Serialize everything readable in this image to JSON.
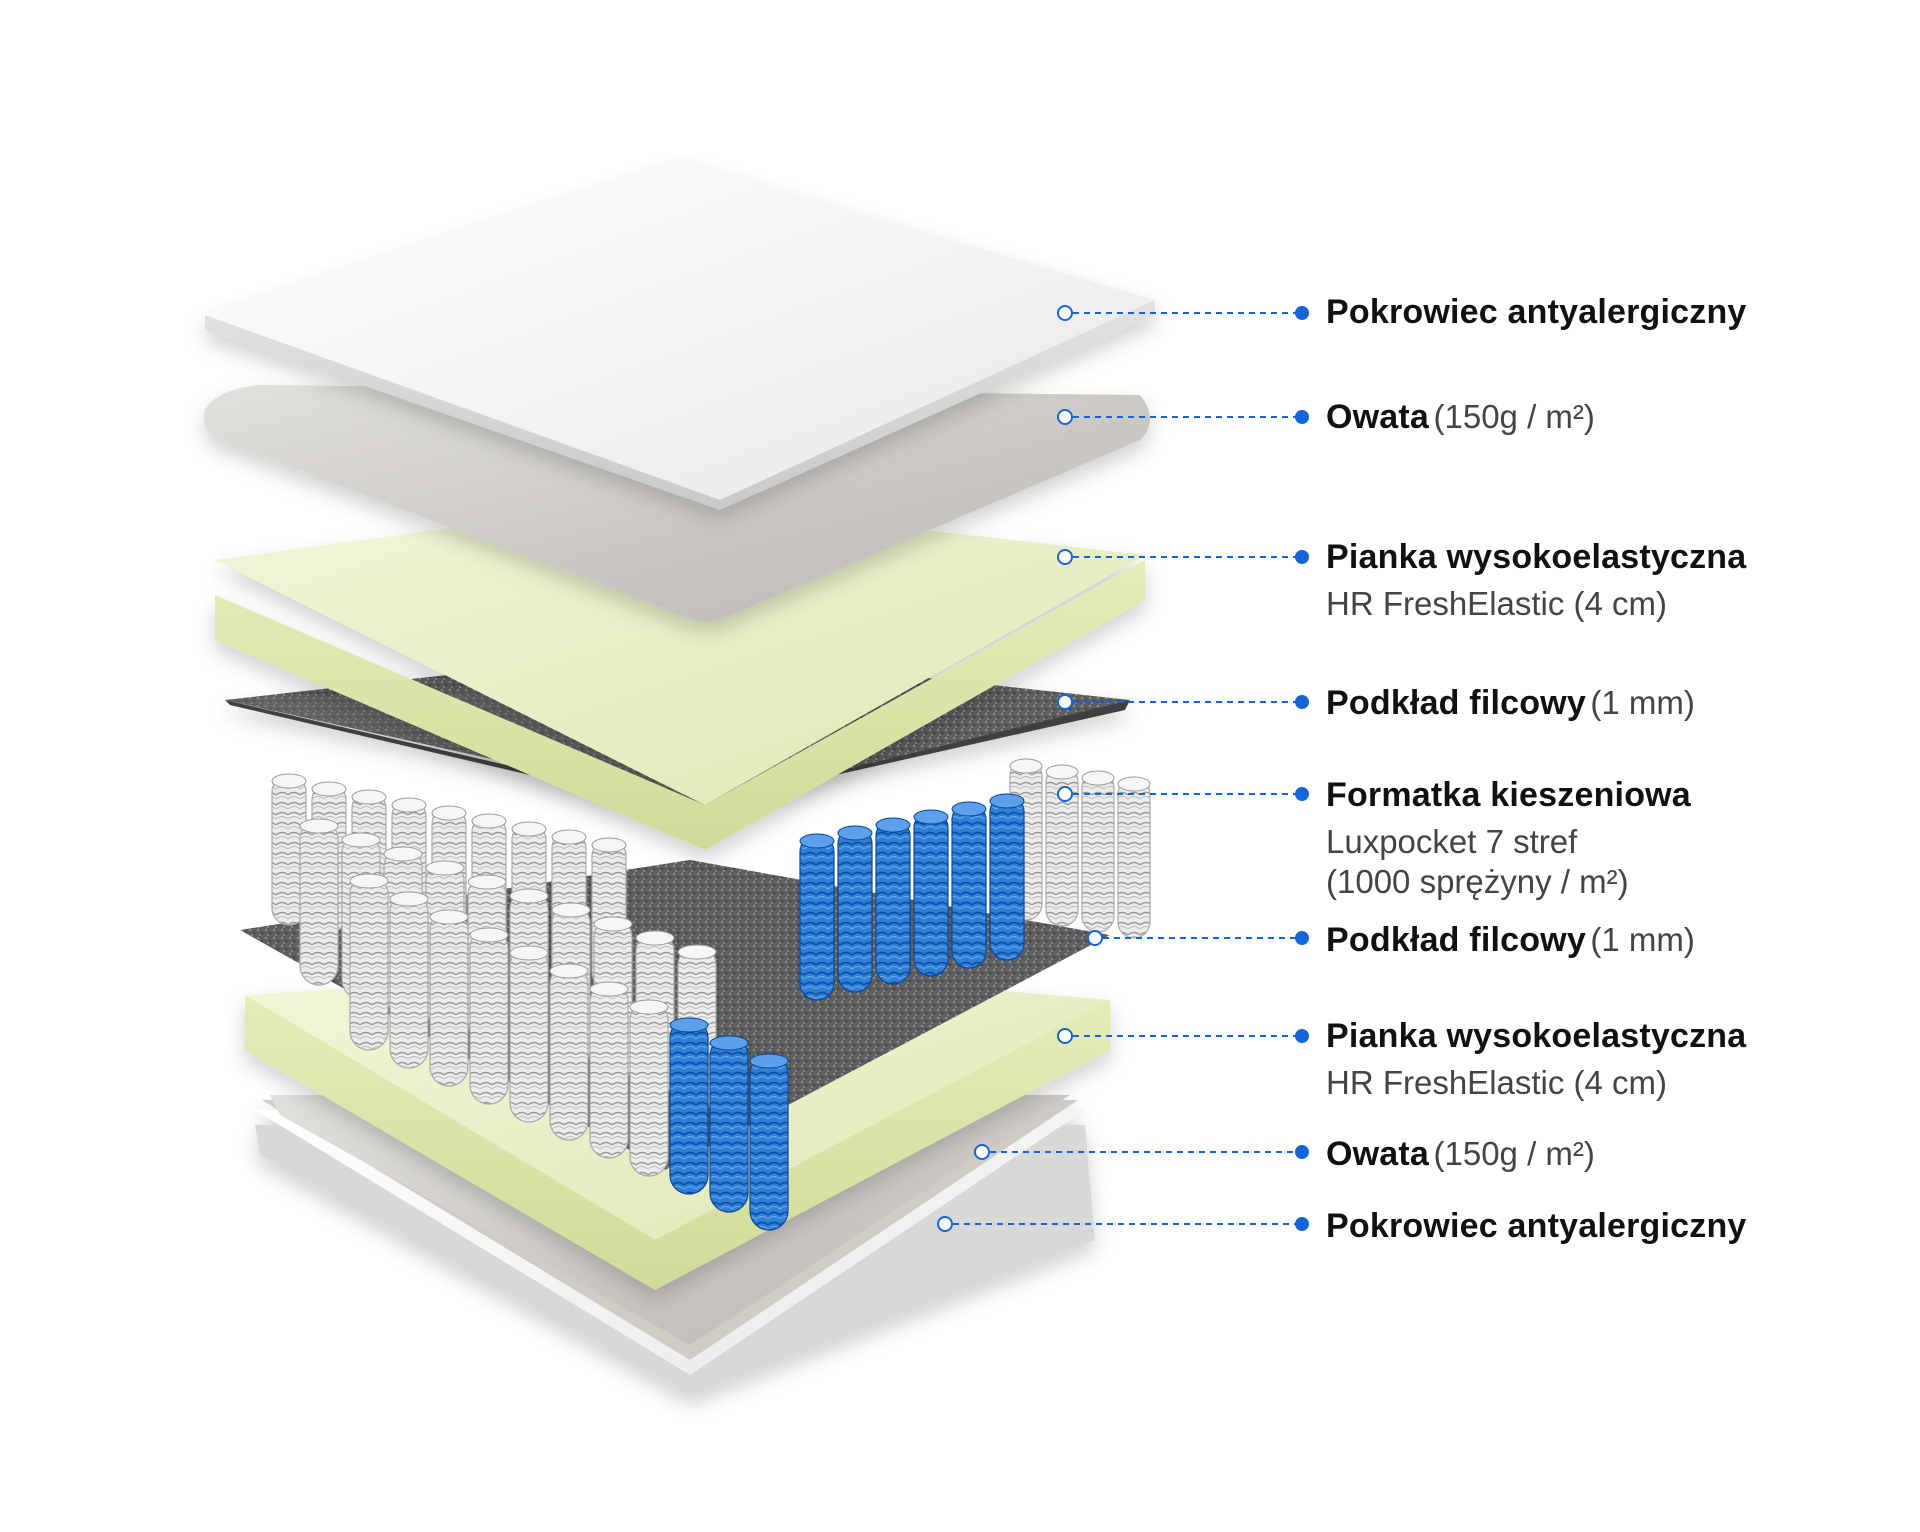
{
  "accent_color": "#1565d8",
  "layers": [
    {
      "name": "Pokrowiec antyalergiczny",
      "extra": "",
      "sub": []
    },
    {
      "name": "Owata",
      "extra": "(150g / m²)",
      "sub": []
    },
    {
      "name": "Pianka wysokoelastyczna",
      "extra": "",
      "sub": [
        "HR FreshElastic (4 cm)"
      ]
    },
    {
      "name": "Podkład filcowy",
      "extra": "(1 mm)",
      "sub": []
    },
    {
      "name": "Formatka kieszeniowa",
      "extra": "",
      "sub": [
        "Luxpocket 7 stref",
        "(1000 sprężyny / m²)"
      ]
    },
    {
      "name": "Podkład filcowy",
      "extra": "(1 mm)",
      "sub": []
    },
    {
      "name": "Pianka wysokoelastyczna",
      "extra": "",
      "sub": [
        "HR FreshElastic (4 cm)"
      ]
    },
    {
      "name": "Owata",
      "extra": "(150g / m²)",
      "sub": []
    },
    {
      "name": "Pokrowiec antyalergiczny",
      "extra": "",
      "sub": []
    }
  ]
}
